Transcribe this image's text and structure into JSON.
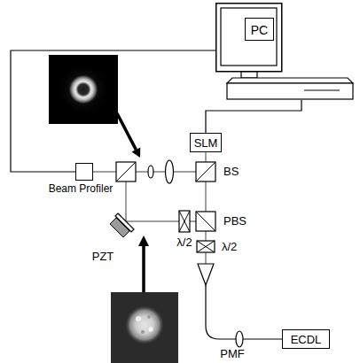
{
  "diagram": {
    "nodes": [
      {
        "text": [
          "PC"
        ]
      },
      {
        "text": [
          "SLM"
        ]
      },
      {
        "text": [
          "Beam Profiler"
        ]
      },
      {
        "text": [
          "ECDL"
        ]
      }
    ],
    "edges": [
      {
        "from": 0,
        "to": 1,
        "arrow": "none"
      },
      {
        "from": 0,
        "to": 2,
        "arrow": "none"
      }
    ],
    "labels": [
      "BS",
      "PBS",
      "λ/2",
      "λ/2",
      "PZT",
      "PMF"
    ]
  }
}
